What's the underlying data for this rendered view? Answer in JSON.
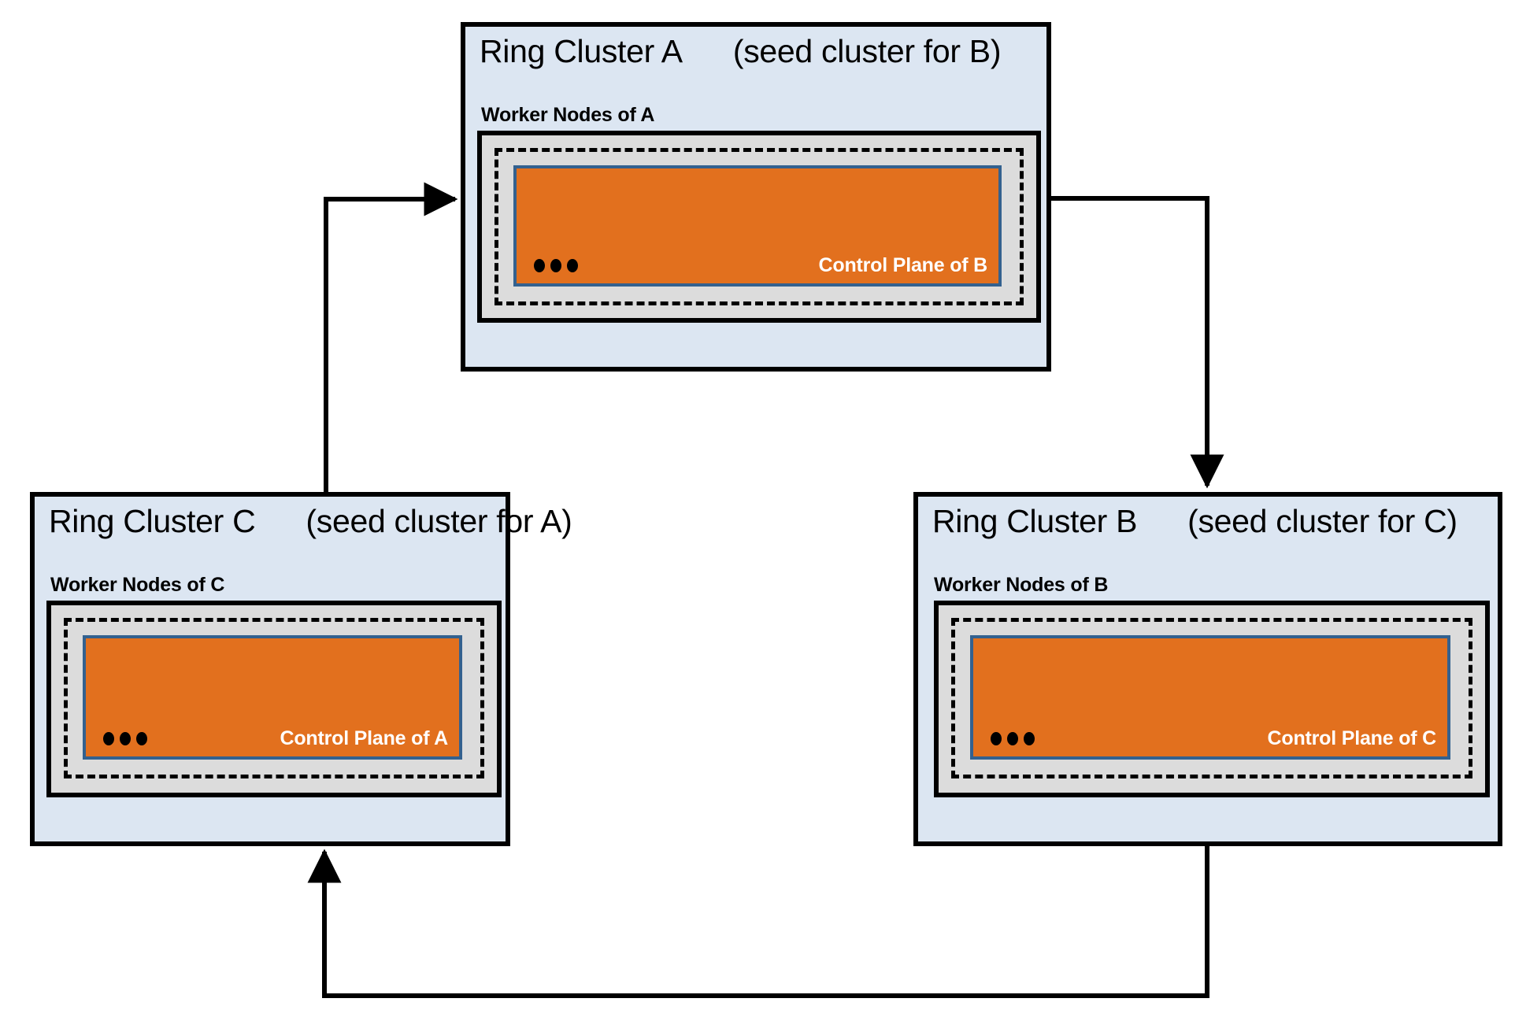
{
  "diagram": {
    "title": "Ring of Kubernetes clusters, each hosting the control plane of the next",
    "colors": {
      "cluster_fill": "#dce6f2",
      "worker_fill": "#dcdcdc",
      "control_plane_fill": "#e2701e",
      "control_plane_border": "#33618f",
      "outline": "#000000",
      "control_plane_text": "#ffffff",
      "background": "#ffffff"
    }
  },
  "clusters": [
    {
      "id": "A",
      "title_main": "Ring Cluster A",
      "title_sub": "(seed cluster for B)",
      "worker_label": "Worker Nodes of A",
      "control_plane_label": "Control Plane of B",
      "ellipsis": "•••"
    },
    {
      "id": "C",
      "title_main": "Ring Cluster C",
      "title_sub": "(seed cluster for A)",
      "worker_label": "Worker Nodes of C",
      "control_plane_label": "Control Plane of A",
      "ellipsis": "•••"
    },
    {
      "id": "B",
      "title_main": "Ring Cluster B",
      "title_sub": "(seed cluster for C)",
      "worker_label": "Worker Nodes of B",
      "control_plane_label": "Control Plane of C",
      "ellipsis": "•••"
    }
  ],
  "arrows": [
    {
      "id": "a-to-b",
      "from": "Ring Cluster A",
      "to": "Ring Cluster B"
    },
    {
      "id": "b-to-c",
      "from": "Ring Cluster B",
      "to": "Ring Cluster C"
    },
    {
      "id": "c-to-a",
      "from": "Ring Cluster C",
      "to": "Ring Cluster A"
    }
  ]
}
